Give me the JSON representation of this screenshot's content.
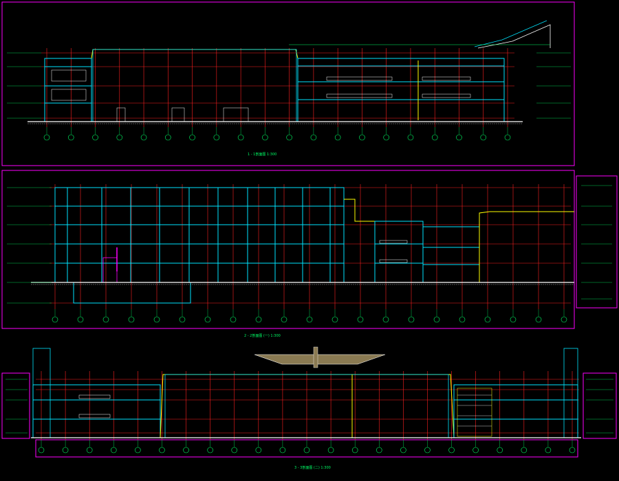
{
  "sections": [
    {
      "id": "section-1",
      "caption": "1 - 1剖面图 1:300",
      "axis_count": 20
    },
    {
      "id": "section-2",
      "caption": "2 - 2剖面图 (一) 1:300",
      "axis_count": 21
    },
    {
      "id": "section-3",
      "caption": "3 - 3剖面图 (二) 1:300",
      "axis_count": 23
    }
  ],
  "colors": {
    "background": "#000000",
    "frame": "#ff00ff",
    "grid": "#ff2020",
    "wall": "#00e5ff",
    "edge": "#ffff00",
    "text": "#00ff66",
    "ground": "#ffffff",
    "roof_fill": "#8a7a52"
  }
}
